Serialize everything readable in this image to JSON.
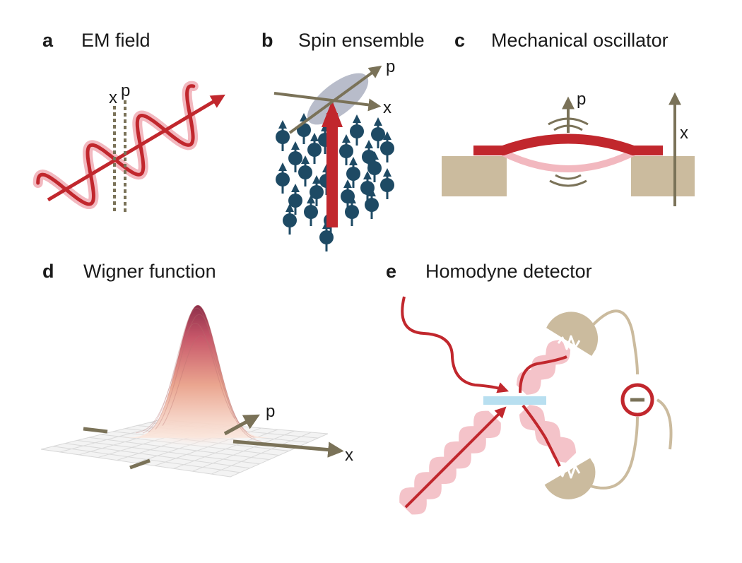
{
  "panels": [
    {
      "letter": "a",
      "title": "EM field",
      "axes": [
        "x",
        "p"
      ]
    },
    {
      "letter": "b",
      "title": "Spin ensemble",
      "axes": [
        "p",
        "x"
      ]
    },
    {
      "letter": "c",
      "title": "Mechanical oscillator",
      "axes": [
        "p",
        "x"
      ]
    },
    {
      "letter": "d",
      "title": "Wigner function",
      "axes": [
        "p",
        "x"
      ]
    },
    {
      "letter": "e",
      "title": "Homodyne detector"
    }
  ],
  "colors": {
    "red": "#c1272d",
    "pink": "#f2b8bf",
    "olive": "#7a7258",
    "tan": "#cbbb9e",
    "navy": "#1e4a64",
    "splitter": "#b8dff0",
    "ellipse": "#9aa0b4"
  },
  "icons": [
    "minus-icon",
    "resistor-icon",
    "spin-arrow-icon"
  ]
}
